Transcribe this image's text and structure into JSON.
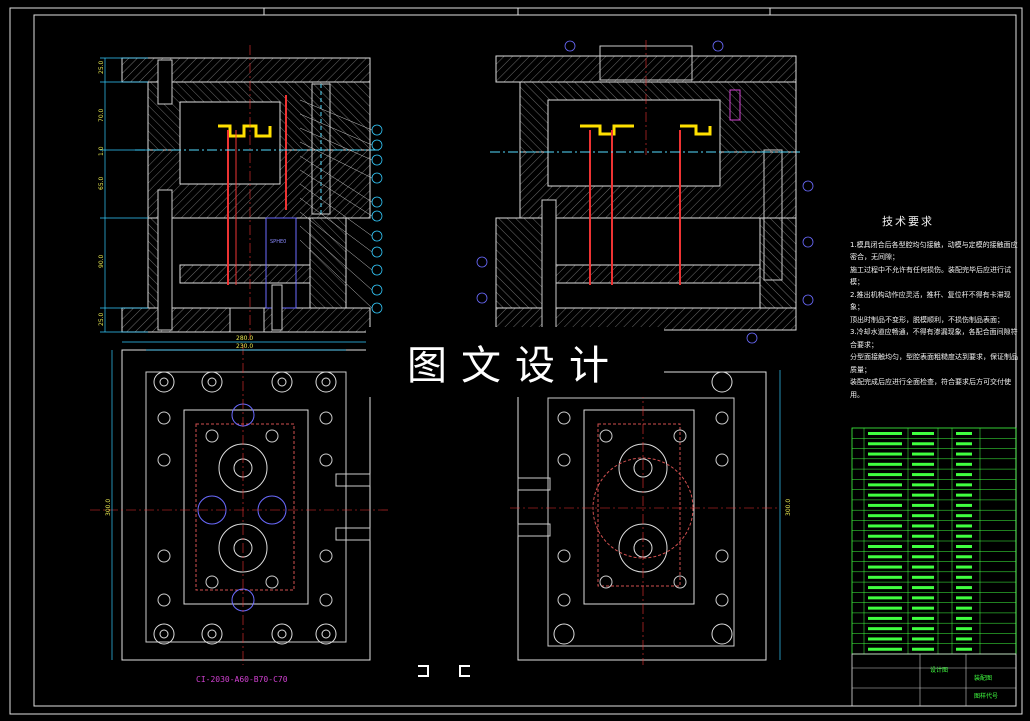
{
  "watermark": "图文设计",
  "tech_notes": {
    "title": "技术要求",
    "lines": [
      "1.模具闭合后各型腔均匀接触，动模与定模的接触面应密合，无间隙；",
      "施工过程中不允许有任何损伤。装配完毕后应进行试模；",
      "2.推出机构动作应灵活，推杆、复位杆不得有卡滞现象；",
      "顶出时制品不变形，脱模顺利，不损伤制品表面；",
      "3.冷却水道应畅通，不得有渗漏现象，各配合面间隙符合要求；",
      "分型面接触均匀，型腔表面粗糙度达到要求，保证制品质量；",
      "装配完成后应进行全面检查，符合要求后方可交付使用。"
    ]
  },
  "model_number": "CI-2030-A60-B70-C70",
  "dims": {
    "top_left_vertical": [
      "25.0",
      "70.0",
      "1.0",
      "65.0",
      "90.0",
      "25.0"
    ],
    "top_width_outer": "280.0",
    "top_width_inner": "230.0",
    "left_height": "300.0",
    "right_height": "300.0"
  },
  "title_block": {
    "rows": 22,
    "label_a": "设计图",
    "label_b": "装配图",
    "label_c": "图样代号"
  }
}
